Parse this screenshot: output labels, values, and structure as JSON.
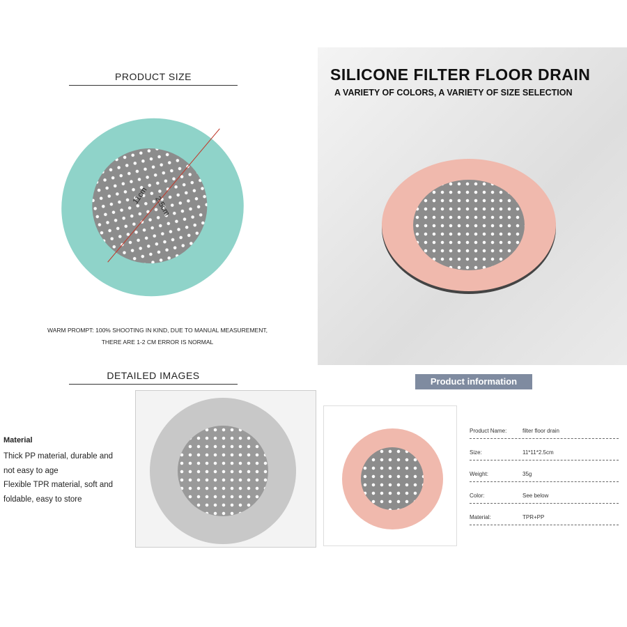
{
  "product_size": {
    "title": "PRODUCT SIZE",
    "dim_diameter": "11cm",
    "dim_height": "2.5cm",
    "prompt_line1": "WARM PROMPT: 100% SHOOTING IN KIND, DUE TO MANUAL MEASUREMENT,",
    "prompt_line2": "THERE ARE 1-2 CM ERROR IS NORMAL"
  },
  "hero": {
    "title": "SILICONE FILTER FLOOR DRAIN",
    "subtitle": "A VARIETY OF COLORS, A VARIETY OF SIZE SELECTION"
  },
  "detailed": {
    "title": "DETAILED IMAGES",
    "material_heading": "Material",
    "material_lines": [
      "Thick PP material, durable and",
      "not easy to age",
      "Flexible TPR material, soft and",
      "foldable, easy to store"
    ]
  },
  "info": {
    "title": "Product information",
    "rows": [
      {
        "label": "Product Name:",
        "value": "filter floor drain"
      },
      {
        "label": "Size:",
        "value": "11*11*2.5cm"
      },
      {
        "label": "Weight:",
        "value": "35g"
      },
      {
        "label": "Color:",
        "value": "See below"
      },
      {
        "label": "Material:",
        "value": "TPR+PP"
      }
    ]
  },
  "colors": {
    "mint": "#8fd3c9",
    "pink": "#f0b9ad",
    "grey": "#c8c8c8",
    "banner": "#7f8ba0"
  }
}
